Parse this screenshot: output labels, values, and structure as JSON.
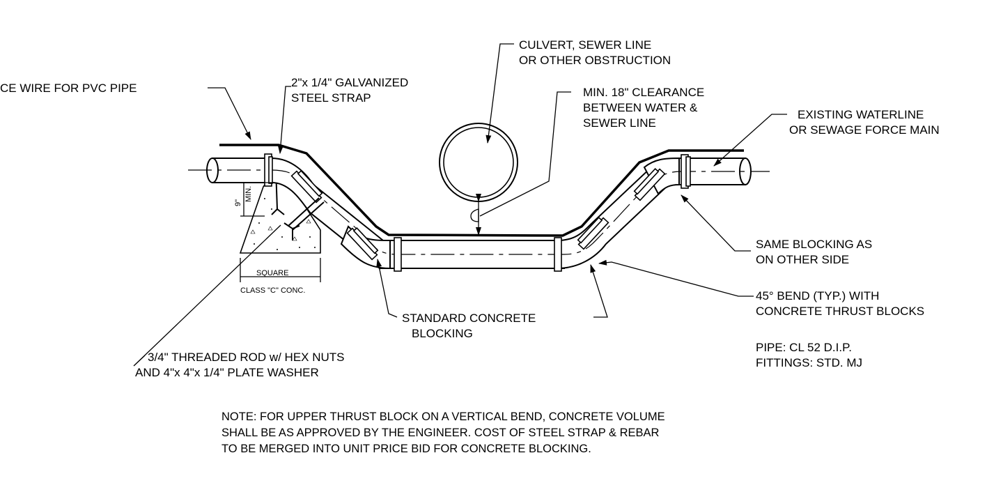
{
  "labels": {
    "tracer_wire": "CE WIRE FOR PVC PIPE",
    "strap_line1": "2\"x 1/4\" GALVANIZED",
    "strap_line2": "STEEL STRAP",
    "culvert_line1": "CULVERT, SEWER LINE",
    "culvert_line2": "OR OTHER OBSTRUCTION",
    "clearance_line1": "MIN. 18\" CLEARANCE",
    "clearance_line2": "BETWEEN WATER &",
    "clearance_line3": "SEWER LINE",
    "existing_line1": "EXISTING WATERLINE",
    "existing_line2": "OR SEWAGE  FORCE MAIN",
    "same_blocking_line1": "SAME BLOCKING AS",
    "same_blocking_line2": "ON OTHER SIDE",
    "bend_line1": "45° BEND (TYP.) WITH",
    "bend_line2": "CONCRETE THRUST BLOCKS",
    "pipe_spec": "PIPE: CL 52 D.I.P.",
    "fittings_spec": "FITTINGS: STD. MJ",
    "standard_blocking_line1": "STANDARD CONCRETE",
    "standard_blocking_line2": "BLOCKING",
    "rod_line1": "3/4\" THREADED ROD w/ HEX NUTS",
    "rod_line2": "AND 4\"x 4\"x 1/4\" PLATE WASHER",
    "dim_9": "9\"",
    "dim_min": "MIN.",
    "square": "SQUARE",
    "class_c": "CLASS \"C\" CONC."
  },
  "note": {
    "line1": "NOTE: FOR UPPER THRUST BLOCK ON A VERTICAL BEND, CONCRETE VOLUME",
    "line2": "SHALL BE AS APPROVED BY THE ENGINEER. COST OF STEEL STRAP & REBAR",
    "line3": "TO BE MERGED INTO UNIT PRICE BID FOR CONCRETE BLOCKING."
  }
}
